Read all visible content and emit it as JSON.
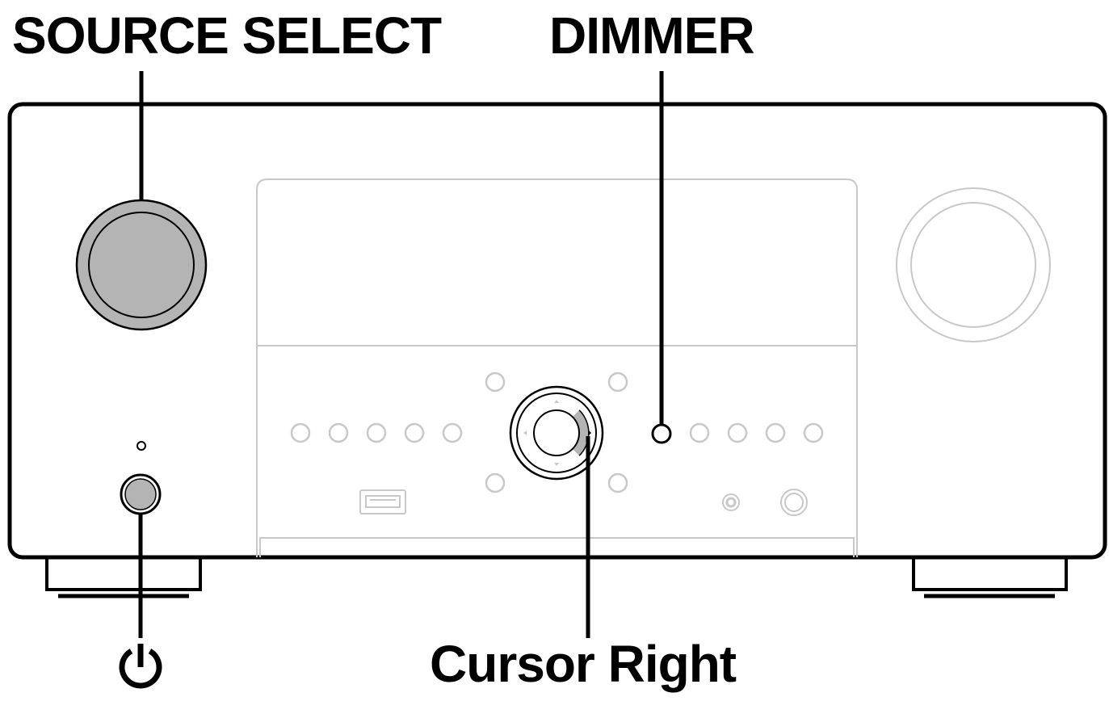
{
  "labels": {
    "source_select": "SOURCE SELECT",
    "dimmer": "DIMMER",
    "cursor_right": "Cursor Right"
  },
  "icons": {
    "power": "power-icon"
  },
  "colors": {
    "outline": "#000000",
    "faded": "#c8c8c8",
    "highlight_fill": "#b4b4b4"
  }
}
